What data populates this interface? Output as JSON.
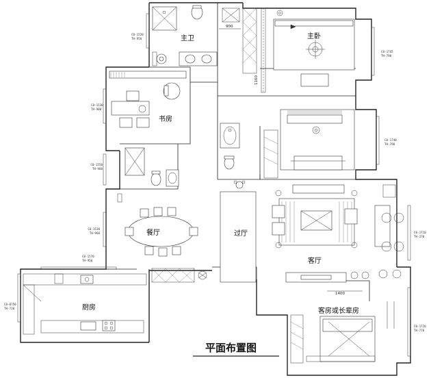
{
  "title": "平面布置图",
  "colors": {
    "line": "#222222",
    "background": "#ffffff"
  },
  "rooms": {
    "master_bath": "主卫",
    "master_bedroom": "主卧",
    "study": "书房",
    "dining": "餐厅",
    "hall": "过厅",
    "living": "客厅",
    "kitchen": "厨房",
    "guest_room": "客房或长辈房"
  },
  "dimensions": {
    "d900": "900",
    "d1160": "1160",
    "d1400": "1400"
  },
  "windows": {
    "w1": [
      "C0-1520",
      "TH-950"
    ],
    "w2": [
      "C0-1530",
      "TH-900"
    ],
    "w3": [
      "C0-1550",
      "TH-900"
    ],
    "w4": [
      "C0-1530",
      "TH-960"
    ],
    "w5": [
      "C0-1570",
      "TH-950"
    ],
    "w6": [
      "C0-0750",
      "TH-720"
    ],
    "w7": [
      "C0-1745",
      "TH-790"
    ],
    "w8": [
      "C0-1740",
      "TH-790"
    ],
    "w9": [
      "C0-1710",
      "TH-370"
    ],
    "w10": [
      "C0-1720",
      "TH-770"
    ]
  }
}
